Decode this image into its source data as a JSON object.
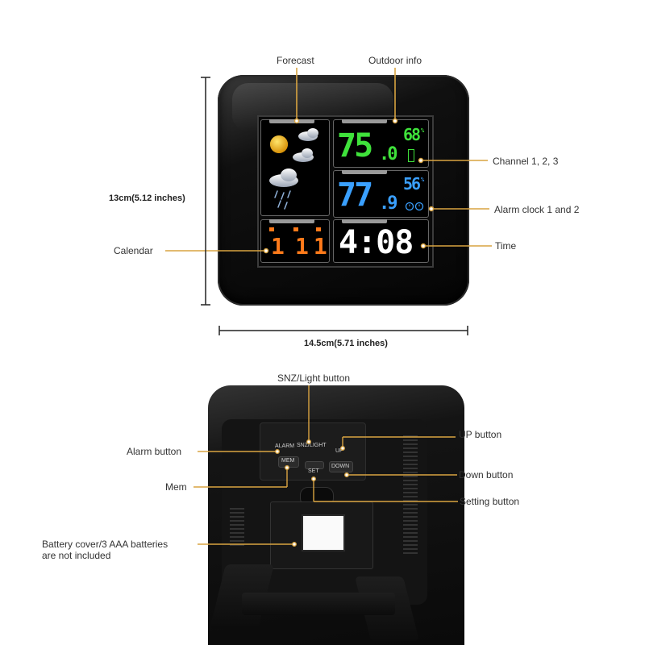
{
  "front_labels": {
    "forecast": "Forecast",
    "outdoor_info": "Outdoor info",
    "channel": "Channel 1, 2, 3",
    "alarm_clock": "Alarm clock 1 and 2",
    "time": "Time",
    "calendar": "Calendar"
  },
  "dimensions": {
    "height": "13cm(5.12 inches)",
    "width": "14.5cm(5.71 inches)"
  },
  "display": {
    "outdoor_temp": "75",
    "outdoor_temp_decimal": ".0",
    "outdoor_humidity": "68",
    "indoor_temp": "77",
    "indoor_temp_decimal": ".9",
    "indoor_humidity": "56",
    "humidity_unit": "%",
    "calendar_month": "1",
    "calendar_day": "11",
    "time": "4:08"
  },
  "back_labels": {
    "snz_light": "SNZ/Light button",
    "alarm": "Alarm button",
    "up": "UP button",
    "down": "Down button",
    "mem": "Mem",
    "setting": "Setting button",
    "battery_line1": "Battery cover/3 AAA batteries",
    "battery_line2": "are not included"
  },
  "back_buttons": {
    "alarm": "ALARM",
    "snz_light": "SNZ/LIGHT",
    "up": "UP",
    "mem": "MEM",
    "set": "SET",
    "down": "DOWN"
  },
  "colors": {
    "callout_line": "#d9a441",
    "outdoor_digits": "#3fe23b",
    "indoor_digits": "#3aa0ff",
    "calendar_digits": "#ff7a1a",
    "time_digits": "#ffffff",
    "sun": "#f5c21b"
  }
}
